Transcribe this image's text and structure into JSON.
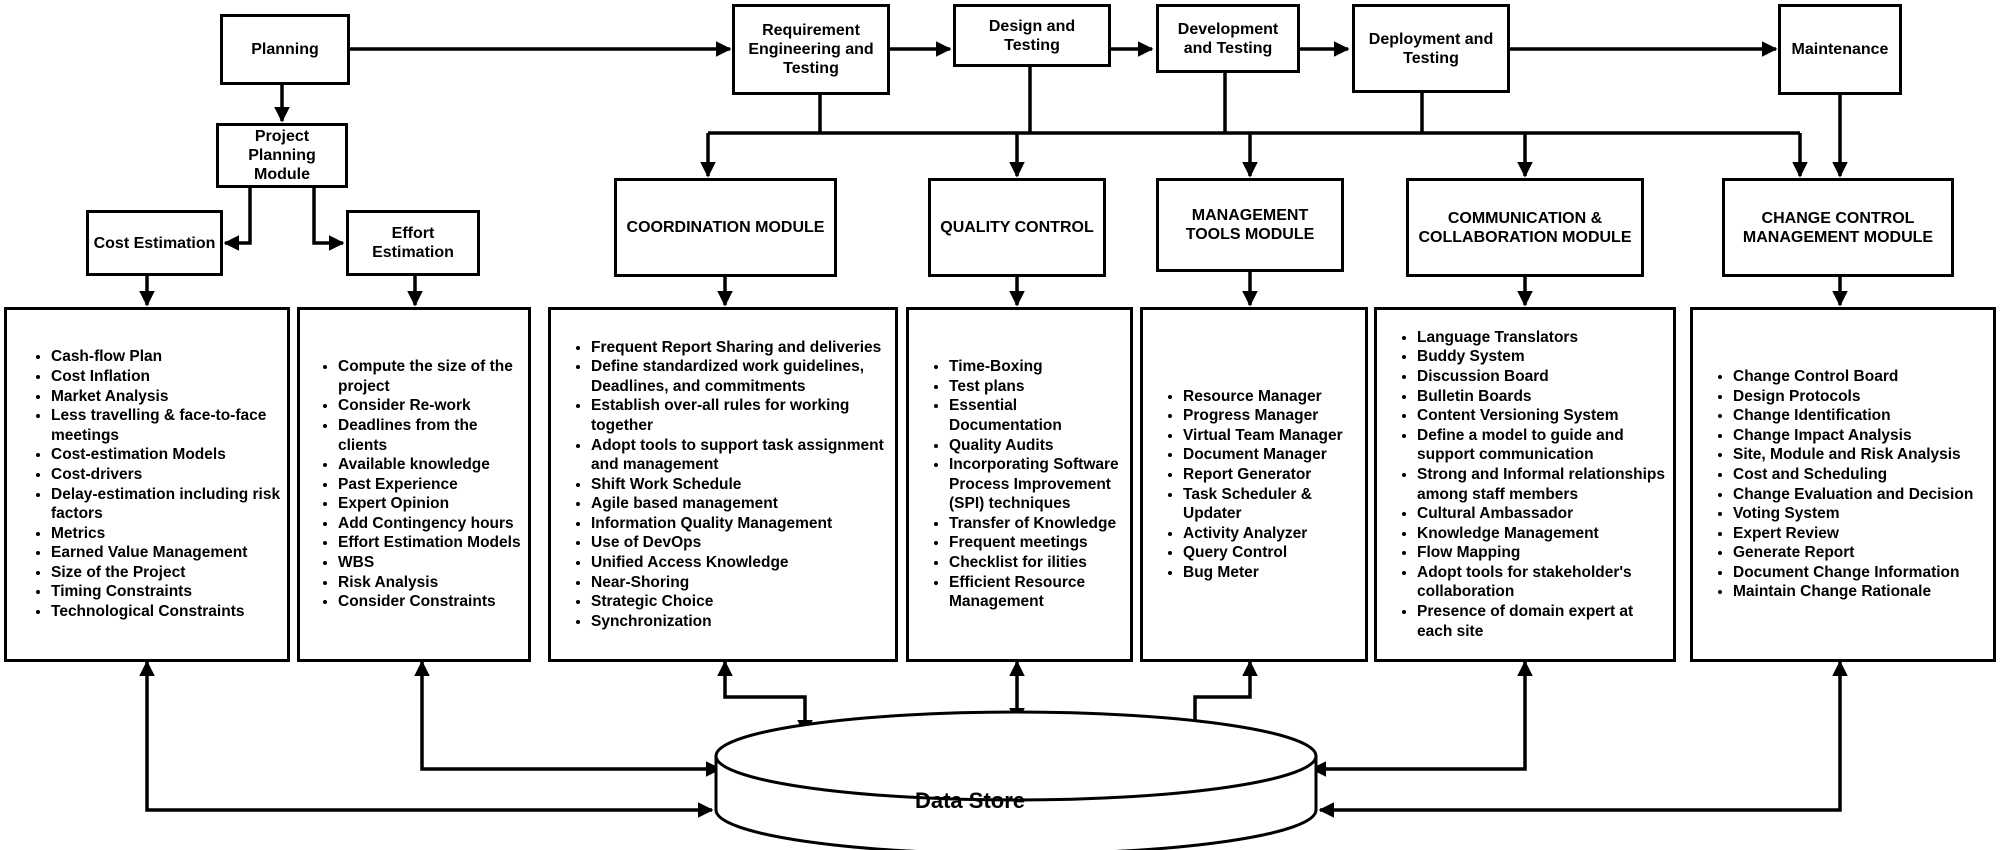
{
  "phases": {
    "planning": "Planning",
    "requirement": "Requirement Engineering and Testing",
    "design": "Design and Testing",
    "development": "Development and Testing",
    "deployment": "Deployment and Testing",
    "maintenance": "Maintenance"
  },
  "modules": {
    "project_planning": "Project Planning Module",
    "cost_estimation": "Cost Estimation",
    "effort_estimation": "Effort Estimation",
    "coordination": "COORDINATION MODULE",
    "quality": "QUALITY CONTROL",
    "management": "MANAGEMENT TOOLS MODULE",
    "communication": "COMMUNICATION & COLLABORATION MODULE",
    "change_control": "CHANGE CONTROL MANAGEMENT MODULE"
  },
  "panels": {
    "cost": [
      "Cash-flow Plan",
      "Cost Inflation",
      "Market Analysis",
      "Less travelling & face-to-face meetings",
      "Cost-estimation Models",
      "Cost-drivers",
      "Delay-estimation including risk factors",
      "Metrics",
      "Earned Value Management",
      "Size of the Project",
      "Timing Constraints",
      "Technological Constraints"
    ],
    "effort": [
      "Compute the size of the project",
      "Consider Re-work",
      "Deadlines from the clients",
      "Available knowledge",
      "Past Experience",
      "Expert Opinion",
      "Add Contingency hours",
      "Effort Estimation Models",
      "WBS",
      "Risk Analysis",
      "Consider Constraints"
    ],
    "coordination": [
      "Frequent Report Sharing and deliveries",
      "Define standardized work guidelines, Deadlines, and commitments",
      "Establish over-all rules for working together",
      "Adopt tools to support task assignment and management",
      "Shift Work Schedule",
      "Agile based management",
      "Information Quality Management",
      "Use of DevOps",
      "Unified Access Knowledge",
      "Near-Shoring",
      "Strategic Choice",
      "Synchronization"
    ],
    "quality": [
      "Time-Boxing",
      "Test plans",
      "Essential Documentation",
      "Quality Audits",
      "Incorporating Software Process Improvement (SPI) techniques",
      "Transfer of Knowledge",
      "Frequent meetings",
      "Checklist for ilities",
      "Efficient Resource Management"
    ],
    "management": [
      "Resource Manager",
      "Progress Manager",
      "Virtual Team Manager",
      "Document Manager",
      "Report Generator",
      "Task Scheduler & Updater",
      "Activity Analyzer",
      "Query Control",
      "Bug Meter"
    ],
    "communication": [
      "Language Translators",
      "Buddy System",
      "Discussion Board",
      "Bulletin Boards",
      "Content Versioning System",
      "Define a model to guide and support communication",
      "Strong and Informal relationships among staff members",
      "Cultural Ambassador",
      "Knowledge Management",
      "Flow Mapping",
      "Adopt tools for stakeholder's collaboration",
      "Presence of domain expert at each site"
    ],
    "change": [
      "Change Control Board",
      "Design Protocols",
      "Change Identification",
      "Change Impact Analysis",
      "Site, Module and Risk Analysis",
      "Cost and Scheduling",
      "Change Evaluation and Decision",
      "Voting System",
      "Expert Review",
      "Generate Report",
      "Document Change Information",
      "Maintain Change Rationale"
    ]
  },
  "data_store": "Data Store"
}
